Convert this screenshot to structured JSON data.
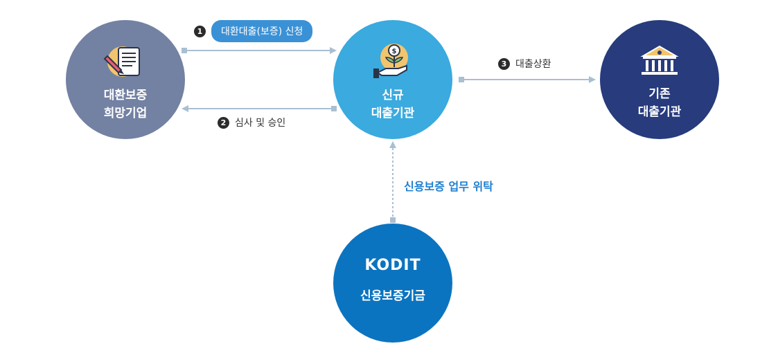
{
  "nodes": {
    "applicant": {
      "line1": "대환보증",
      "line2": "희망기업",
      "icon": "document-pen-icon",
      "color": "#7381a3"
    },
    "new_lender": {
      "line1": "신규",
      "line2": "대출기관",
      "icon": "money-plant-hand-icon",
      "color": "#3aaadf"
    },
    "existing_lender": {
      "line1": "기존",
      "line2": "대출기관",
      "icon": "bank-building-icon",
      "color": "#273b7d"
    },
    "kodit": {
      "logo": "KODIT",
      "label": "신용보증기금",
      "icon": "kodit-logo",
      "color": "#0b74c0"
    }
  },
  "steps": [
    {
      "num": "1",
      "label": "대환대출(보증) 신청"
    },
    {
      "num": "2",
      "label": "심사 및 승인"
    },
    {
      "num": "3",
      "label": "대출상환"
    }
  ],
  "entrust_label": "신용보증 업무 위탁",
  "colors": {
    "arrow": "#a9bfd2",
    "pill": "#3b91d6",
    "accent_text": "#1e7fd0",
    "icon_bg": "#f2c46d"
  }
}
